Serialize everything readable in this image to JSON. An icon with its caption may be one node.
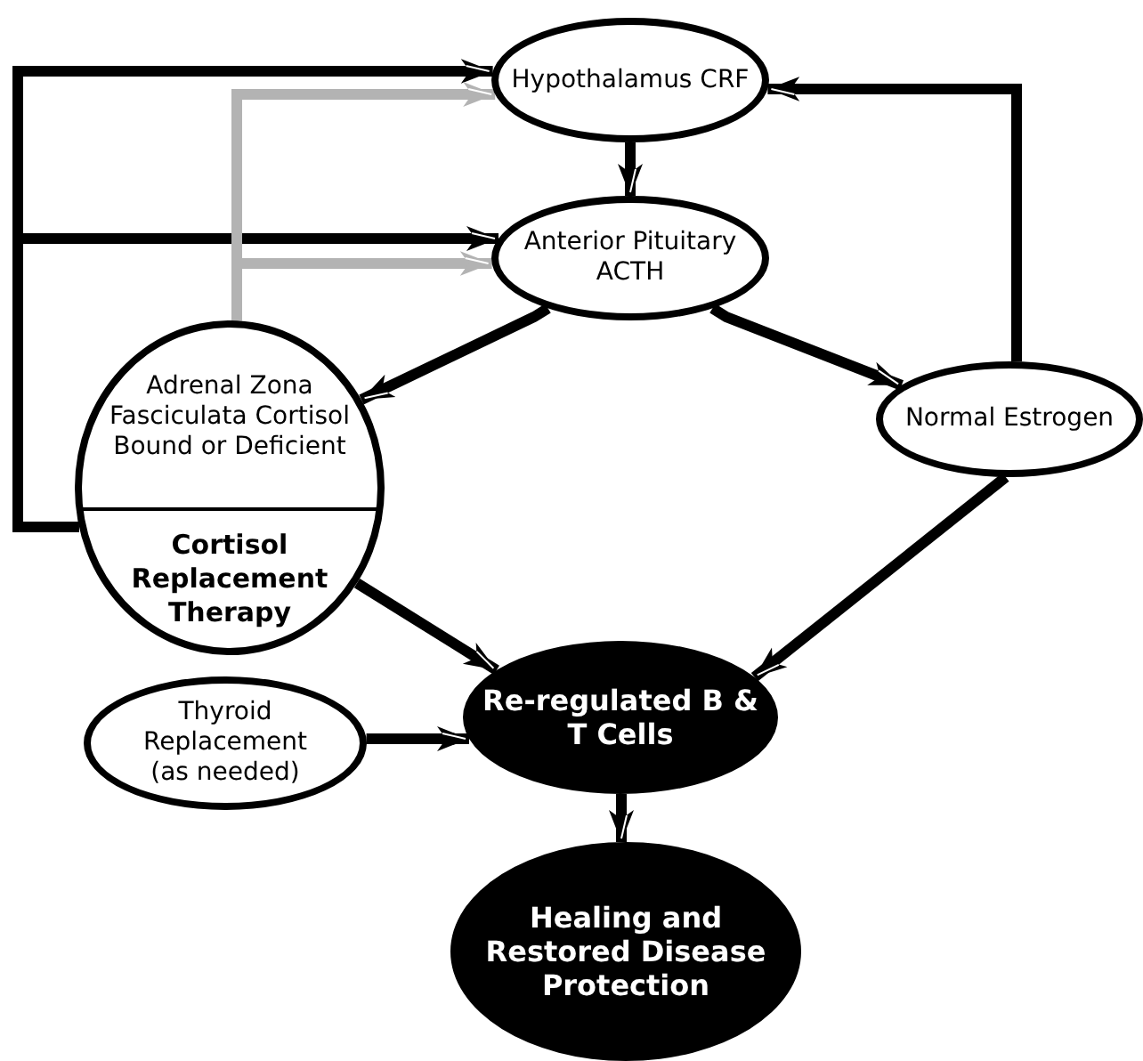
{
  "diagram": {
    "nodes": [
      {
        "text": [
          "Hypothalamus CRF"
        ]
      },
      {
        "text": [
          "Anterior Pituitary ACTH"
        ]
      },
      {
        "text": [
          "Adrenal Zona Fasciculata Cortisol Bound or Deficient",
          "Cortisol Replacement Therapy"
        ]
      },
      {
        "text": [
          "Normal Estrogen"
        ]
      },
      {
        "text": [
          "Thyroid Replacement (as needed)"
        ]
      },
      {
        "text": [
          "Re-regulated B & T Cells"
        ]
      },
      {
        "text": [
          "Healing and Restored Disease Protection"
        ]
      }
    ],
    "edges": [
      {
        "from": 0,
        "to": 1,
        "arrow": "to"
      },
      {
        "from": 1,
        "to": 2,
        "arrow": "to"
      },
      {
        "from": 1,
        "to": 3,
        "arrow": "to"
      },
      {
        "from": 2,
        "to": 0,
        "arrow": "to"
      },
      {
        "from": 2,
        "to": 1,
        "arrow": "to"
      },
      {
        "from": 2,
        "to": 0,
        "arrow": "to",
        "color": "#b3b3b3"
      },
      {
        "from": 2,
        "to": 1,
        "arrow": "to",
        "color": "#b3b3b3"
      },
      {
        "from": 3,
        "to": 0,
        "arrow": "to"
      },
      {
        "from": 2,
        "to": 5,
        "arrow": "to"
      },
      {
        "from": 3,
        "to": 5,
        "arrow": "to"
      },
      {
        "from": 4,
        "to": 5,
        "arrow": "to"
      },
      {
        "from": 5,
        "to": 6,
        "arrow": "to"
      }
    ]
  }
}
